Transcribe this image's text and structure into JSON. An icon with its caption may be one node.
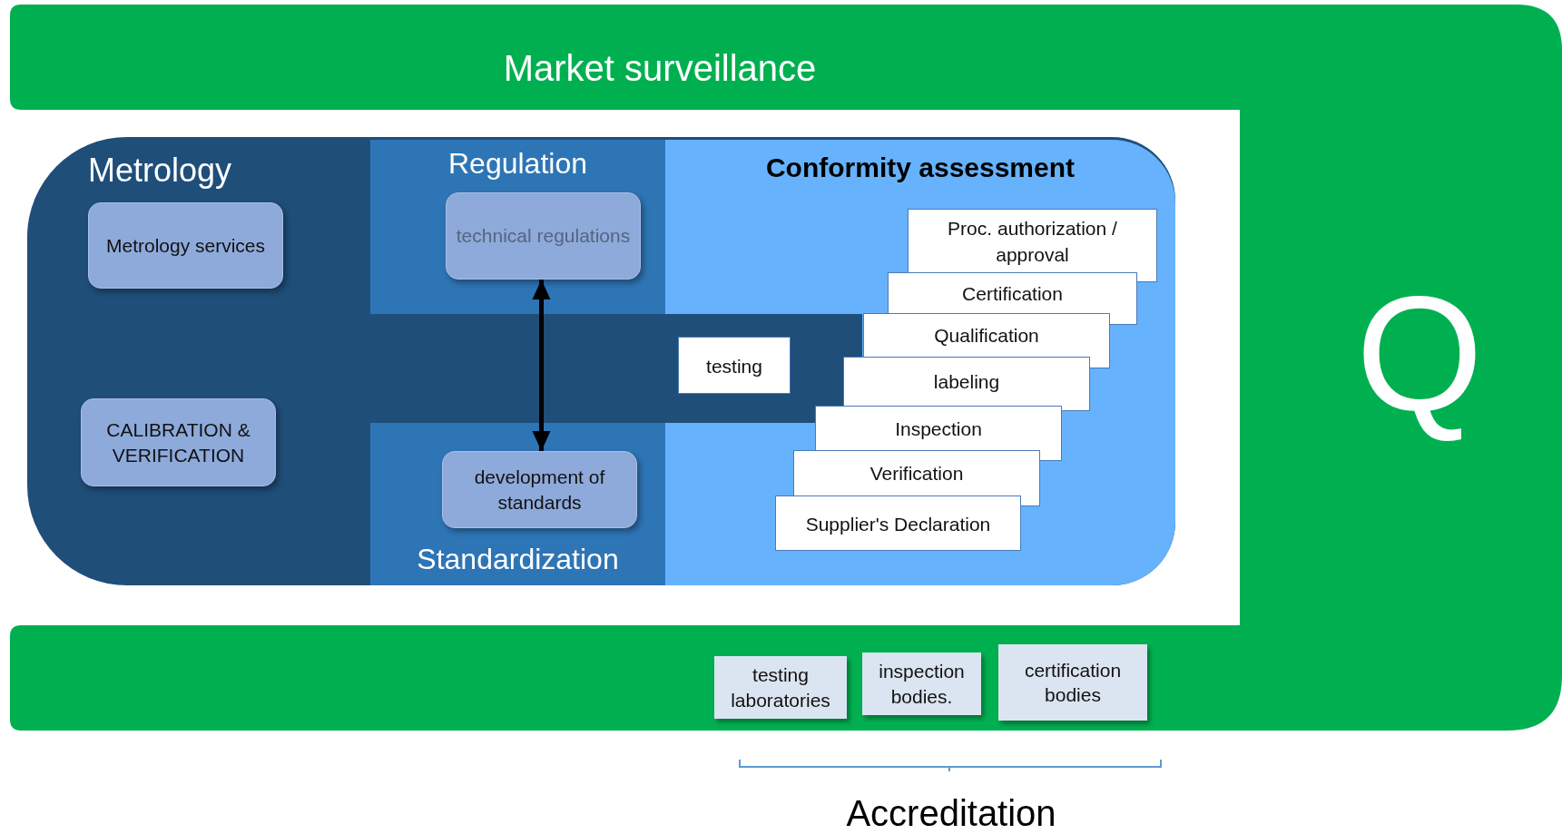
{
  "diagram": {
    "nodes": [
      {
        "text": [
          "Market surveillance",
          "Q"
        ]
      },
      {
        "text": [
          "Metrology"
        ]
      },
      {
        "text": [
          "Metrology services"
        ],
        "in": 1
      },
      {
        "text": [
          "CALIBRATION & VERIFICATION"
        ],
        "in": 1
      },
      {
        "text": [
          "Regulation"
        ],
        "in": 1
      },
      {
        "text": [
          "technical regulations"
        ],
        "in": 4
      },
      {
        "text": [
          "Standardization"
        ],
        "in": 1
      },
      {
        "text": [
          "development of standards"
        ],
        "in": 6
      },
      {
        "text": [
          "Conformity assessment"
        ],
        "in": 1
      },
      {
        "text": [
          "testing"
        ],
        "in": 8
      },
      {
        "text": [
          "Proc. authorization / approval"
        ],
        "in": 8
      },
      {
        "text": [
          "Certification"
        ],
        "in": 8
      },
      {
        "text": [
          "Qualification"
        ],
        "in": 8
      },
      {
        "text": [
          "labeling"
        ],
        "in": 8
      },
      {
        "text": [
          "Inspection"
        ],
        "in": 8
      },
      {
        "text": [
          "Verification"
        ],
        "in": 8
      },
      {
        "text": [
          "Supplier's Declaration"
        ],
        "in": 8
      },
      {
        "text": [
          "testing laboratories"
        ],
        "in": 0
      },
      {
        "text": [
          "inspection bodies."
        ],
        "in": 0
      },
      {
        "text": [
          "certification bodies"
        ],
        "in": 0
      }
    ],
    "edges": [
      {
        "from": 5,
        "to": 7,
        "arrow": "both"
      }
    ],
    "labels": [
      "Accreditation"
    ]
  }
}
